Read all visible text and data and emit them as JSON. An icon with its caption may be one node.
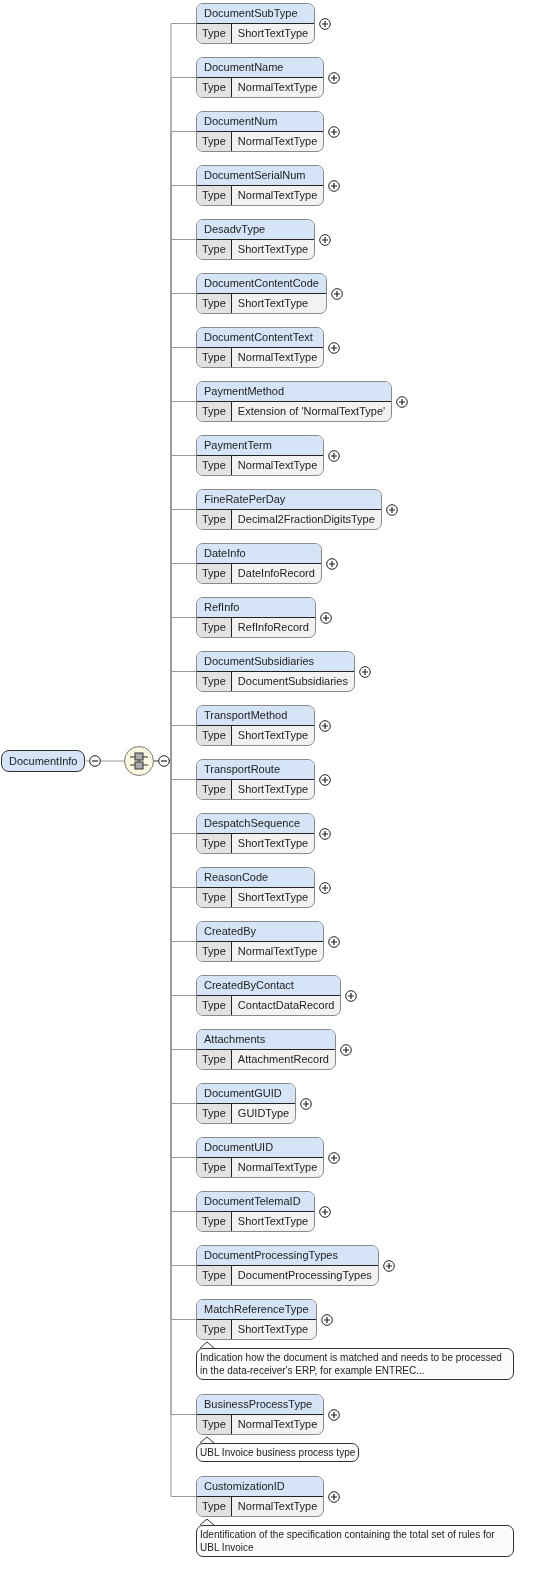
{
  "diagram": {
    "nodes": [
      {
        "text": [
          "DocumentInfo"
        ]
      },
      {
        "text": [],
        "shape": "circle"
      },
      {
        "text": [
          "DocumentSubType",
          "Type",
          "ShortTextType"
        ]
      },
      {
        "text": [
          "DocumentName",
          "Type",
          "NormalTextType"
        ]
      },
      {
        "text": [
          "DocumentNum",
          "Type",
          "NormalTextType"
        ]
      },
      {
        "text": [
          "DocumentSerialNum",
          "Type",
          "NormalTextType"
        ]
      },
      {
        "text": [
          "DesadvType",
          "Type",
          "ShortTextType"
        ]
      },
      {
        "text": [
          "DocumentContentCode",
          "Type",
          "ShortTextType"
        ]
      },
      {
        "text": [
          "DocumentContentText",
          "Type",
          "NormalTextType"
        ]
      },
      {
        "text": [
          "PaymentMethod",
          "Type",
          "Extension of 'NormalTextType'"
        ]
      },
      {
        "text": [
          "PaymentTerm",
          "Type",
          "NormalTextType"
        ]
      },
      {
        "text": [
          "FineRatePerDay",
          "Type",
          "Decimal2FractionDigitsType"
        ]
      },
      {
        "text": [
          "DateInfo",
          "Type",
          "DateInfoRecord"
        ]
      },
      {
        "text": [
          "RefInfo",
          "Type",
          "RefInfoRecord"
        ]
      },
      {
        "text": [
          "DocumentSubsidiaries",
          "Type",
          "DocumentSubsidiaries"
        ]
      },
      {
        "text": [
          "TransportMethod",
          "Type",
          "ShortTextType"
        ]
      },
      {
        "text": [
          "TransportRoute",
          "Type",
          "ShortTextType"
        ]
      },
      {
        "text": [
          "DespatchSequence",
          "Type",
          "ShortTextType"
        ]
      },
      {
        "text": [
          "ReasonCode",
          "Type",
          "ShortTextType"
        ]
      },
      {
        "text": [
          "CreatedBy",
          "Type",
          "NormalTextType"
        ]
      },
      {
        "text": [
          "CreatedByContact",
          "Type",
          "ContactDataRecord"
        ]
      },
      {
        "text": [
          "Attachments",
          "Type",
          "AttachmentRecord"
        ]
      },
      {
        "text": [
          "DocumentGUID",
          "Type",
          "GUIDType"
        ]
      },
      {
        "text": [
          "DocumentUID",
          "Type",
          "NormalTextType"
        ]
      },
      {
        "text": [
          "DocumentTelemaID",
          "Type",
          "ShortTextType"
        ]
      },
      {
        "text": [
          "DocumentProcessingTypes",
          "Type",
          "DocumentProcessingTypes"
        ]
      },
      {
        "text": [
          "MatchReferenceType",
          "Type",
          "ShortTextType"
        ],
        "beside": [
          "Indication how the document is matched and needs to be processed in the data-receiver's ERP, for example ENTREC..."
        ]
      },
      {
        "text": [
          "BusinessProcessType",
          "Type",
          "NormalTextType"
        ],
        "beside": [
          "UBL Invoice business process type"
        ]
      },
      {
        "text": [
          "CustomizationID",
          "Type",
          "NormalTextType"
        ],
        "beside": [
          "Identification of the specification containing the total set of rules for UBL Invoice"
        ]
      }
    ],
    "edges": [
      {
        "from": 0,
        "to": 1,
        "arrow": "none"
      },
      {
        "from": 1,
        "to": 2,
        "arrow": "none"
      },
      {
        "from": 1,
        "to": 3,
        "arrow": "none"
      },
      {
        "from": 1,
        "to": 4,
        "arrow": "none"
      },
      {
        "from": 1,
        "to": 5,
        "arrow": "none"
      },
      {
        "from": 1,
        "to": 6,
        "arrow": "none"
      },
      {
        "from": 1,
        "to": 7,
        "arrow": "none"
      },
      {
        "from": 1,
        "to": 8,
        "arrow": "none"
      },
      {
        "from": 1,
        "to": 9,
        "arrow": "none"
      },
      {
        "from": 1,
        "to": 10,
        "arrow": "none"
      },
      {
        "from": 1,
        "to": 11,
        "arrow": "none"
      },
      {
        "from": 1,
        "to": 12,
        "arrow": "none"
      },
      {
        "from": 1,
        "to": 13,
        "arrow": "none"
      },
      {
        "from": 1,
        "to": 14,
        "arrow": "none"
      },
      {
        "from": 1,
        "to": 15,
        "arrow": "none"
      },
      {
        "from": 1,
        "to": 16,
        "arrow": "none"
      },
      {
        "from": 1,
        "to": 17,
        "arrow": "none"
      },
      {
        "from": 1,
        "to": 18,
        "arrow": "none"
      },
      {
        "from": 1,
        "to": 19,
        "arrow": "none"
      },
      {
        "from": 1,
        "to": 20,
        "arrow": "none"
      },
      {
        "from": 1,
        "to": 21,
        "arrow": "none"
      },
      {
        "from": 1,
        "to": 22,
        "arrow": "none"
      },
      {
        "from": 1,
        "to": 23,
        "arrow": "none"
      },
      {
        "from": 1,
        "to": 24,
        "arrow": "none"
      },
      {
        "from": 1,
        "to": 25,
        "arrow": "none"
      },
      {
        "from": 1,
        "to": 26,
        "arrow": "none"
      },
      {
        "from": 1,
        "to": 27,
        "arrow": "none"
      },
      {
        "from": 1,
        "to": 28,
        "arrow": "none"
      }
    ]
  }
}
